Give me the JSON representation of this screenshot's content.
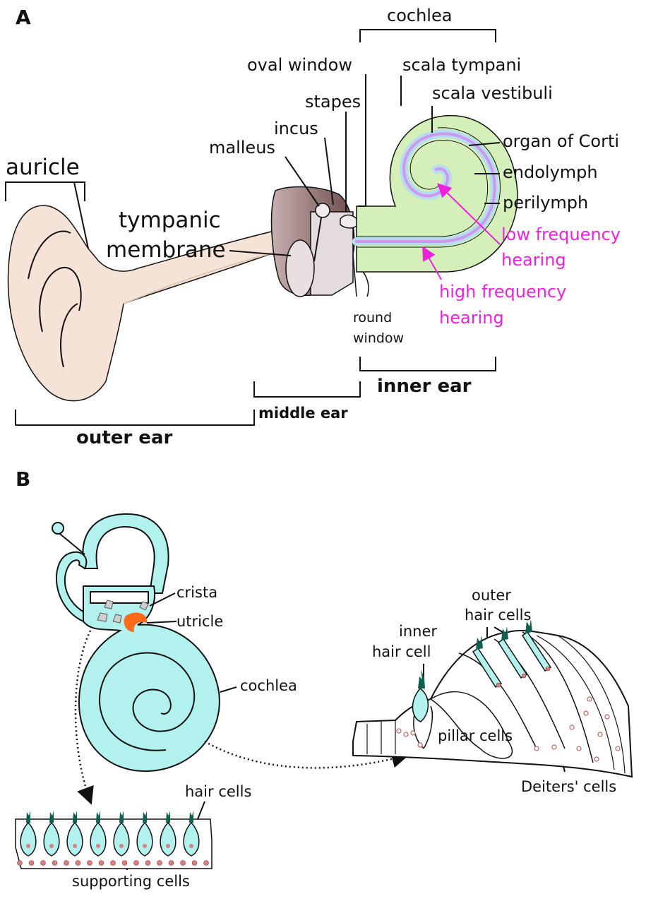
{
  "panel_a": {
    "letter": "A",
    "labels": {
      "cochlea": "cochlea",
      "oval_window": "oval window",
      "scala_tympani": "scala tympani",
      "scala_vestibuli": "scala vestibuli",
      "stapes": "stapes",
      "incus": "incus",
      "malleus": "malleus",
      "organ_of_corti": "organ of Corti",
      "endolymph": "endolymph",
      "perilymph": "perilymph",
      "auricle": "auricle",
      "tympanic": "tympanic",
      "membrane": "membrane",
      "low_freq_1": "low frequency",
      "low_freq_2": "hearing",
      "high_freq_1": "high frequency",
      "high_freq_2": "hearing",
      "round_1": "round",
      "round_2": "window",
      "inner_ear": "inner ear",
      "middle_ear": "middle ear",
      "outer_ear": "outer ear"
    },
    "colors": {
      "skin": "#f6e3d7",
      "cochlea_fill": "#d4f0b8",
      "endolymph": "#b8dcef",
      "organ_of_corti": "#cc99ee",
      "ossicle_dark": "#8b6b6b",
      "highlight": "#ee22dd"
    }
  },
  "panel_b": {
    "letter": "B",
    "labels": {
      "crista": "crista",
      "utricle": "utricle",
      "cochlea": "cochlea",
      "hair_cells": "hair cells",
      "supporting_cells": "supporting cells",
      "outer_1": "outer",
      "outer_2": "hair cells",
      "inner_1": "inner",
      "inner_2": "hair cell",
      "pillar_cells": "pillar cells",
      "deiters_cells": "Deiters' cells"
    },
    "colors": {
      "labyrinth": "#b2f2ee",
      "utricle": "#ff6a1a",
      "stereocilia": "#0f5f4f",
      "nucleus": "#d88080"
    }
  }
}
